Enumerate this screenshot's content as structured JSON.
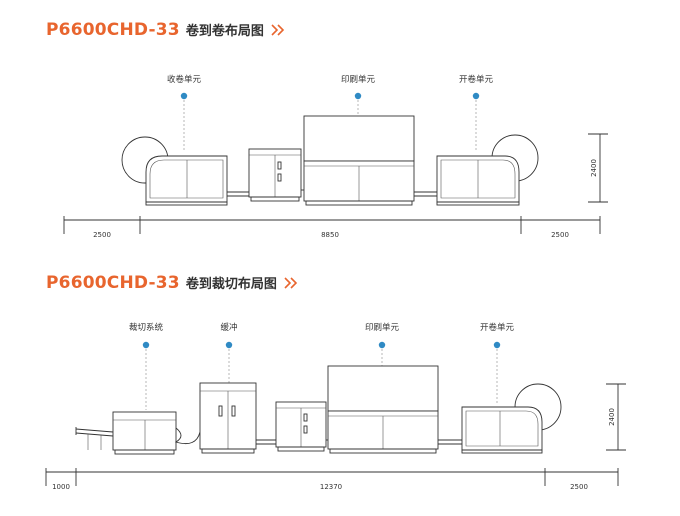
{
  "diagram1": {
    "model": "P6600CHD-33",
    "title": "卷到卷布局图",
    "labels": {
      "rewind": "收卷单元",
      "print": "印刷单元",
      "unwind": "开卷单元"
    },
    "dims": {
      "left": "2500",
      "middle": "8850",
      "right": "2500",
      "height": "2400"
    }
  },
  "diagram2": {
    "model": "P6600CHD-33",
    "title": "卷到裁切布局图",
    "labels": {
      "cutting": "裁切系统",
      "buffer": "缓冲",
      "print": "印刷单元",
      "unwind": "开卷单元"
    },
    "dims": {
      "left": "1000",
      "middle": "12370",
      "right": "2500",
      "height": "2400"
    }
  },
  "colors": {
    "accent": "#e8652e",
    "dot": "#2f8ac4",
    "line": "#333333"
  }
}
